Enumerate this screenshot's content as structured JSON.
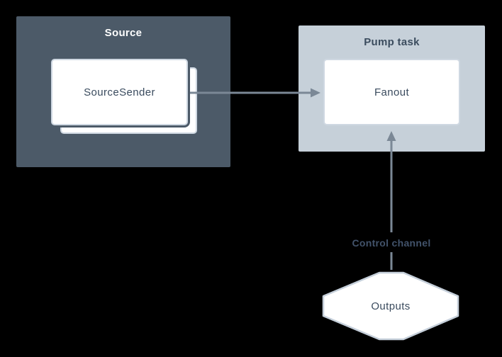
{
  "colors": {
    "page_bg": "#000000",
    "source_container_bg": "#4c5a68",
    "pump_container_bg": "#c6d0d9",
    "node_bg": "#ffffff",
    "node_border": "#cfd8e2",
    "node_text": "#3a4b5e",
    "title_light": "#ffffff",
    "title_dark": "#3b4c5e",
    "arrow": "#7b8896",
    "hexagon_border": "#c5cfda",
    "label_text": "#42536b"
  },
  "source_group": {
    "title": "Source",
    "node_label": "SourceSender"
  },
  "pump_group": {
    "title": "Pump task",
    "node_label": "Fanout"
  },
  "outputs_node": {
    "label": "Outputs"
  },
  "edges": {
    "source_to_fanout": {
      "from": "SourceSender",
      "to": "Fanout"
    },
    "outputs_to_fanout": {
      "from": "Outputs",
      "to": "Fanout",
      "label": "Control channel"
    }
  }
}
